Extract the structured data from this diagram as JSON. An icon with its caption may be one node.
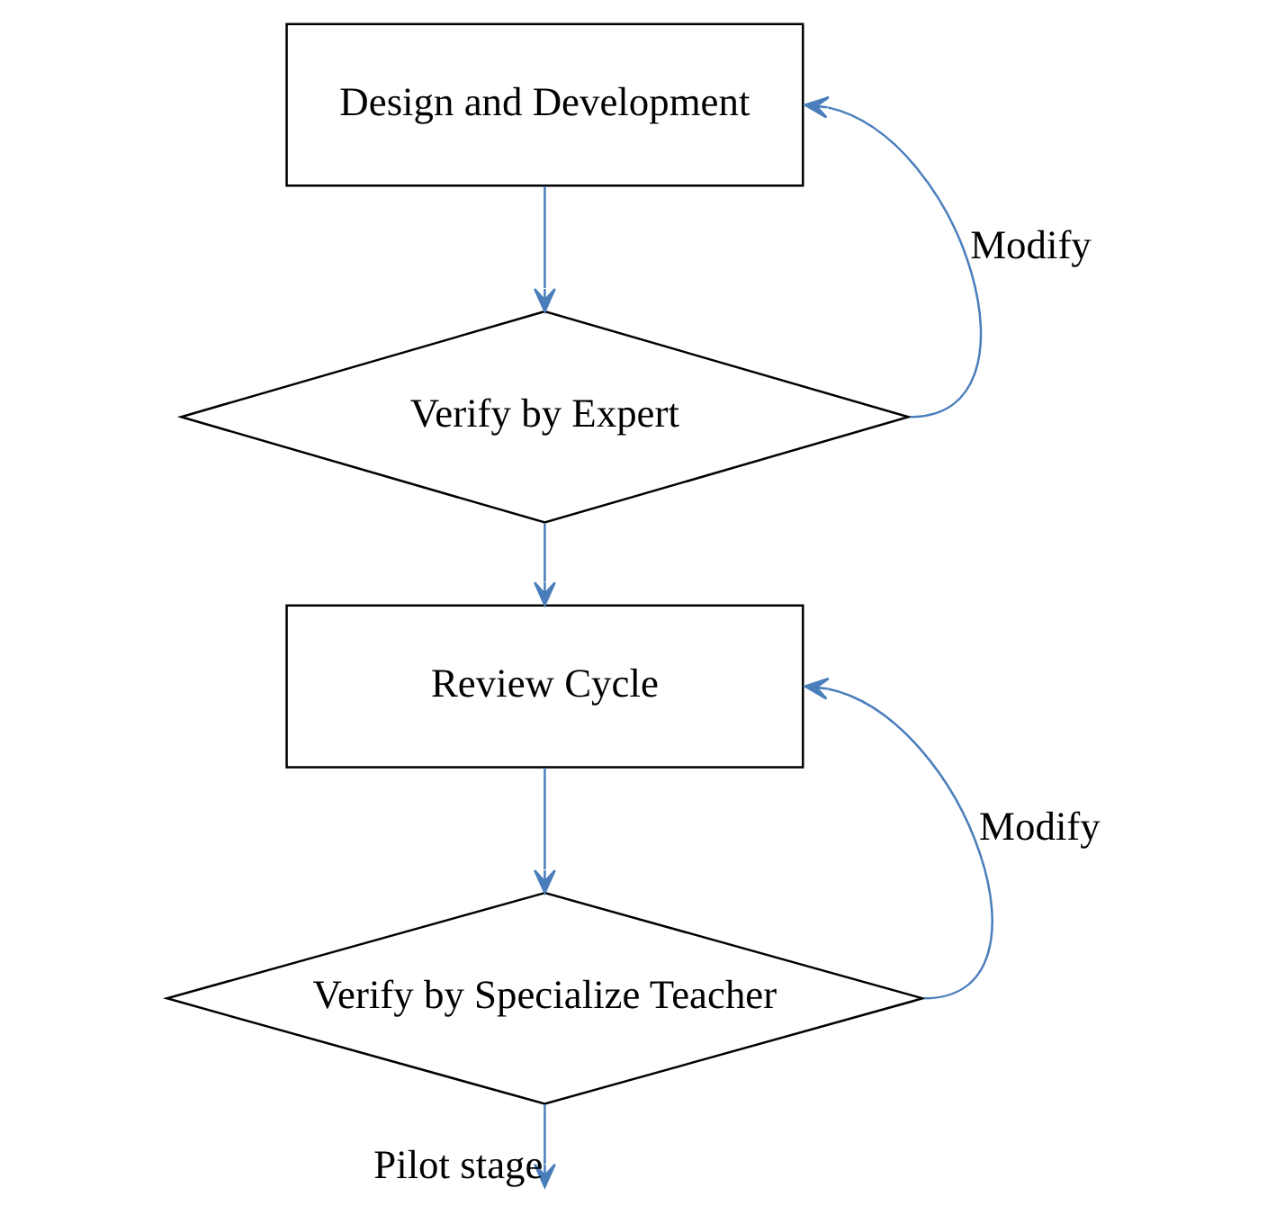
{
  "diagram": {
    "nodes": [
      {
        "text": [
          "Design and Development"
        ]
      },
      {
        "text": [
          "Verify by Expert"
        ]
      },
      {
        "text": [
          "Review Cycle"
        ]
      },
      {
        "text": [
          "Verify by Specialize Teacher"
        ]
      }
    ],
    "edges": [
      {
        "from": 0,
        "to": 1,
        "arrow": "to"
      },
      {
        "from": 1,
        "to": 2,
        "arrow": "to"
      },
      {
        "from": 1,
        "to": 0,
        "arrow": "to",
        "label": "Modify"
      },
      {
        "from": 2,
        "to": 3,
        "arrow": "to"
      },
      {
        "from": 3,
        "to": 2,
        "arrow": "to",
        "label": "Modify"
      },
      {
        "from": 3,
        "to": null,
        "arrow": "to",
        "label": "Pilot stage"
      }
    ]
  }
}
